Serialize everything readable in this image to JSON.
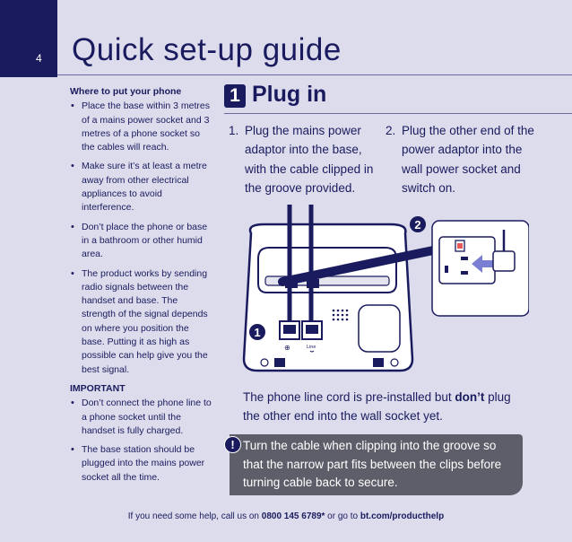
{
  "page_number": "4",
  "title": "Quick set-up guide",
  "left": {
    "placement_heading": "Where to put your phone",
    "placement_bullets": [
      "Place the base within 3 metres of a mains power socket and 3 metres of a phone socket so the cables will reach.",
      "Make sure it’s at least a metre away from other electrical appliances to avoid interference.",
      "Don’t place the phone or base in a bathroom or other humid area.",
      "The product works by sending radio signals between the handset and base. The strength of the signal depends on where you position the base. Putting it as high as possible can help give you the best signal."
    ],
    "important_heading": "IMPORTANT",
    "important_bullets": [
      "Don’t connect the phone line to a phone socket until the handset is fully charged.",
      "The base station should be plugged into the mains power socket all the time."
    ]
  },
  "step": {
    "number": "1",
    "title": "Plug in",
    "instructions": [
      {
        "num": "1.",
        "text": "Plug the mains power adaptor into the base, with the cable clipped in the groove provided."
      },
      {
        "num": "2.",
        "text": "Plug the other end of the power adaptor into the wall power socket and switch on."
      }
    ],
    "callouts": [
      "1",
      "2"
    ],
    "port_label": "Line",
    "note_prefix": "The phone line cord is pre-installed but ",
    "note_bold": "don’t",
    "note_suffix": " plug the other end into the wall socket yet.",
    "warning_symbol": "!",
    "warning_text": "Turn the cable when clipping into the groove so that the narrow part fits between the clips before turning cable back to secure."
  },
  "footer": {
    "prefix": "If you need some help, call us on ",
    "phone": "0800 145 6789*",
    "middle": " or go to ",
    "url": "bt.com/producthelp"
  },
  "colors": {
    "page_bg": "#dcdcec",
    "brand_navy": "#1a1b5e",
    "warning_bg": "#5e5e6a"
  }
}
